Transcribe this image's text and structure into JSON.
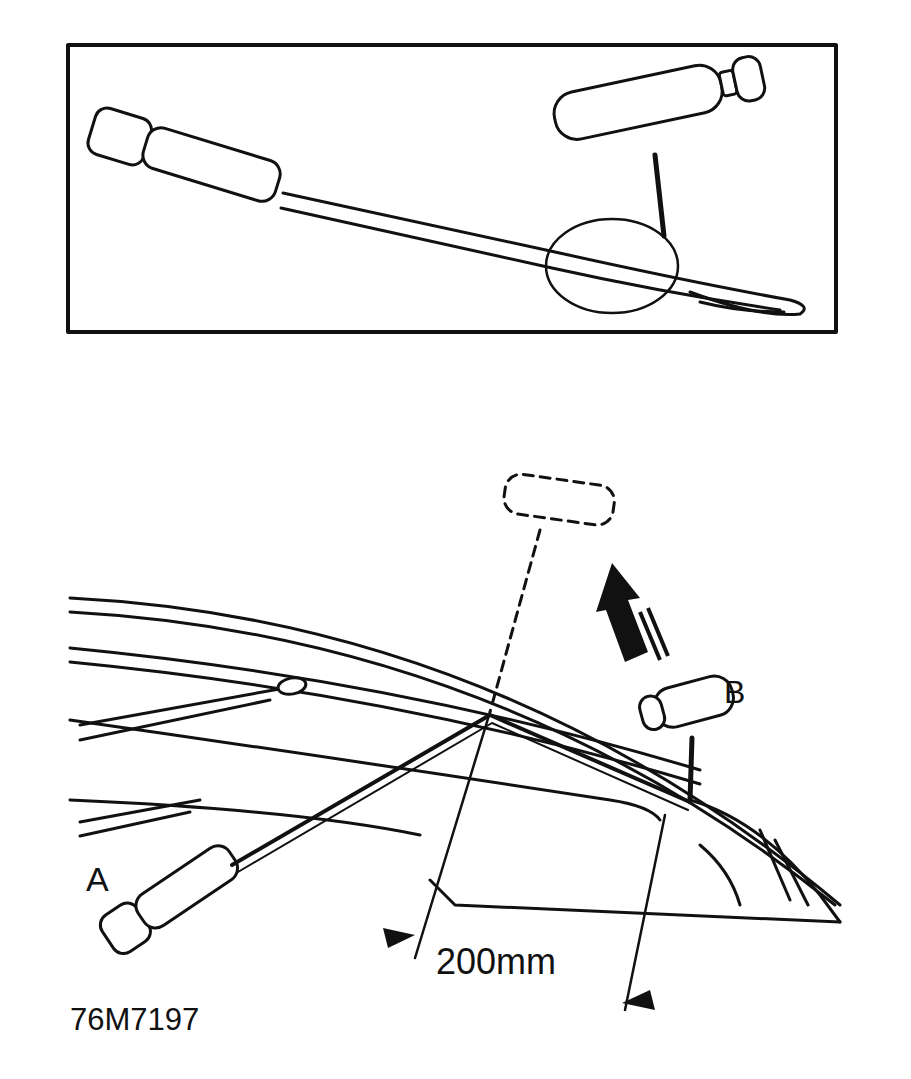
{
  "diagram": {
    "labels": [
      "A",
      "B",
      "200mm",
      "76M7197"
    ]
  }
}
